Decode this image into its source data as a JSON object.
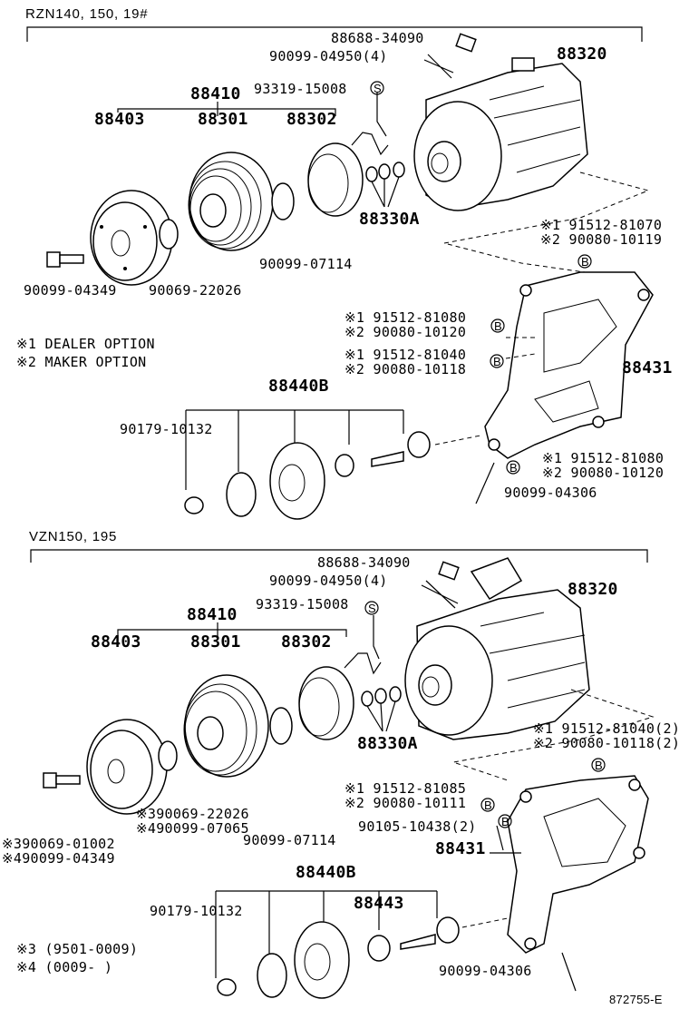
{
  "sections": [
    {
      "title": "RZN140, 150, 19#",
      "labels": {
        "p88688": "88688-34090",
        "p90099a": "90099-04950(4)",
        "p88320": "88320",
        "p88410": "88410",
        "p93319": "93319-15008",
        "p88403": "88403",
        "p88301": "88301",
        "p88302": "88302",
        "p88330": "88330A",
        "p90099b": "90099-07114",
        "p90099c": "90099-04349",
        "p90069": "90069-22026",
        "r1a": "※1 91512-81070",
        "r2a": "※2 90080-10119",
        "r1b": "※1 91512-81080",
        "r2b": "※2 90080-10120",
        "r1c": "※1 91512-81040",
        "r2c": "※2 90080-10118",
        "p88431": "88431",
        "r1d": "※1 91512-81080",
        "r2d": "※2 90080-10120",
        "p90099d": "90099-04306",
        "p88440": "88440B",
        "p90179": "90179-10132"
      },
      "notes": [
        "※1 DEALER OPTION",
        "※2 MAKER OPTION"
      ]
    },
    {
      "title": "VZN150, 195",
      "labels": {
        "p88688": "88688-34090",
        "p90099a": "90099-04950(4)",
        "p88320": "88320",
        "p88410": "88410",
        "p93319": "93319-15008",
        "p88403": "88403",
        "p88301": "88301",
        "p88302": "88302",
        "p88330": "88330A",
        "r1a": "※1 91512-81040(2)",
        "r2a": "※2 90080-10118(2)",
        "r1b": "※1 91512-81085",
        "r2b": "※2 90080-10111",
        "p90105": "90105-10438(2)",
        "p88431": "88431",
        "p90069a": "※390069-22026",
        "p90099e": "※490099-07065",
        "p90099b": "90099-07114",
        "p90069b": "※390069-01002",
        "p90099c": "※490099-04349",
        "p88440": "88440B",
        "p88443": "88443",
        "p90179": "90179-10132",
        "p90099d": "90099-04306"
      },
      "notes": [
        "※3 (9501-0009)",
        "※4 (0009-       )"
      ]
    }
  ],
  "marker_s": "S",
  "marker_b": "B",
  "footer": "872755-E"
}
